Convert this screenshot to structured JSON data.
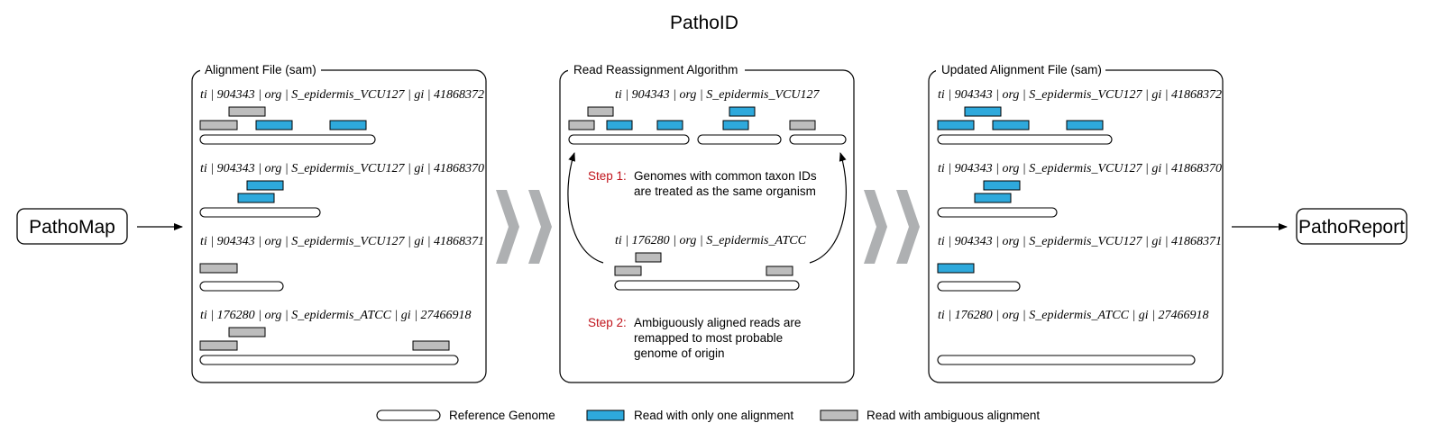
{
  "title": "PathoID",
  "pathomap_label": "PathoMap",
  "pathoreport_label": "PathoReport",
  "colors": {
    "unique_read": "#2ea9dc",
    "ambiguous_read": "#bdbdbd",
    "step_label": "#c0141c",
    "chevron": "#aeb0b2"
  },
  "panels": {
    "alignment": {
      "title": "Alignment File (sam)",
      "genomes": [
        {
          "label": "ti | 904343 | org | S_epidermis_VCU127 | gi | 41868372"
        },
        {
          "label": "ti | 904343 | org | S_epidermis_VCU127 | gi | 41868370"
        },
        {
          "label": "ti | 904343 | org | S_epidermis_VCU127 | gi | 41868371"
        },
        {
          "label": "ti | 176280 | org | S_epidermis_ATCC | gi | 27466918"
        }
      ]
    },
    "reassignment": {
      "title": "Read Reassignment Algorithm",
      "top_label": "ti | 904343 | org | S_epidermis_VCU127",
      "bottom_label": "ti | 176280 | org | S_epidermis_ATCC",
      "step1_label": "Step 1:",
      "step1_line1": "Genomes with common taxon IDs",
      "step1_line2": "are treated as the same organism",
      "step2_label": "Step 2:",
      "step2_line1": "Ambiguously aligned reads are",
      "step2_line2": "remapped to most probable",
      "step2_line3": "genome of origin"
    },
    "updated": {
      "title": "Updated Alignment File (sam)",
      "genomes": [
        {
          "label": "ti | 904343 | org | S_epidermis_VCU127 | gi | 41868372"
        },
        {
          "label": "ti | 904343 | org | S_epidermis_VCU127 | gi | 41868370"
        },
        {
          "label": "ti | 904343 | org | S_epidermis_VCU127 | gi | 41868371"
        },
        {
          "label": "ti | 176280 | org | S_epidermis_ATCC | gi | 27466918"
        }
      ]
    }
  },
  "legend": {
    "reference": "Reference Genome",
    "unique": "Read with only one alignment",
    "ambiguous": "Read with ambiguous alignment"
  }
}
